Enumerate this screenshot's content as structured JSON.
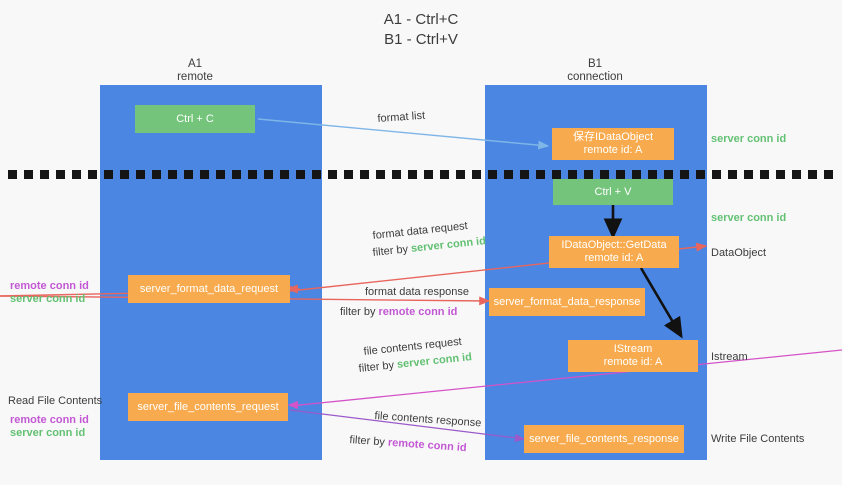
{
  "title": {
    "line1": "A1 - Ctrl+C",
    "line2": "B1 - Ctrl+V"
  },
  "columns": [
    {
      "name": "A1",
      "role": "remote"
    },
    {
      "name": "B1",
      "role": "connection"
    }
  ],
  "boxes": {
    "ctrl_c": "Ctrl + C",
    "ctrl_v": "Ctrl + V",
    "save_idataobject_l1": "保存IDataObject",
    "save_idataobject_l2": "remote id: A",
    "getdata_l1": "IDataObject::GetData",
    "getdata_l2": "remote id: A",
    "istream_l1": "IStream",
    "istream_l2": "remote id: A",
    "server_format_data_request": "server_format_data_request",
    "server_format_data_response": "server_format_data_response",
    "server_file_contents_request": "server_file_contents_request",
    "server_file_contents_response": "server_file_contents_response"
  },
  "edge_labels": {
    "format_list": "format list",
    "format_data_request": "format data request",
    "format_data_response": "format data response",
    "file_contents_request": "file contents request",
    "file_contents_response": "file contents response",
    "filter_by": "filter by ",
    "server_conn_id": "server conn id",
    "remote_conn_id": "remote conn id"
  },
  "right_labels": {
    "server_conn_id_top": "server conn id",
    "server_conn_id_mid": "server conn id",
    "dataobject": "DataObject",
    "istream": "Istream",
    "write_file_contents": "Write File Contents"
  },
  "left_labels": {
    "remote_conn_id_1": "remote conn id",
    "server_conn_id_1": "server conn id",
    "read_file_contents": "Read File Contents",
    "remote_conn_id_2": "remote conn id",
    "server_conn_id_2": "server conn id"
  },
  "colors": {
    "lane": "#4a86e2",
    "box_orange": "#f8ab4e",
    "box_green": "#74c47c",
    "green_text": "#63c173",
    "purple_text": "#c358d4",
    "arrow_blue": "#7fb6e8",
    "arrow_red": "#e8665e",
    "arrow_magenta": "#d453c8",
    "arrow_purple": "#9b59c9",
    "arrow_black": "#111111",
    "background": "#f8f8f8"
  }
}
